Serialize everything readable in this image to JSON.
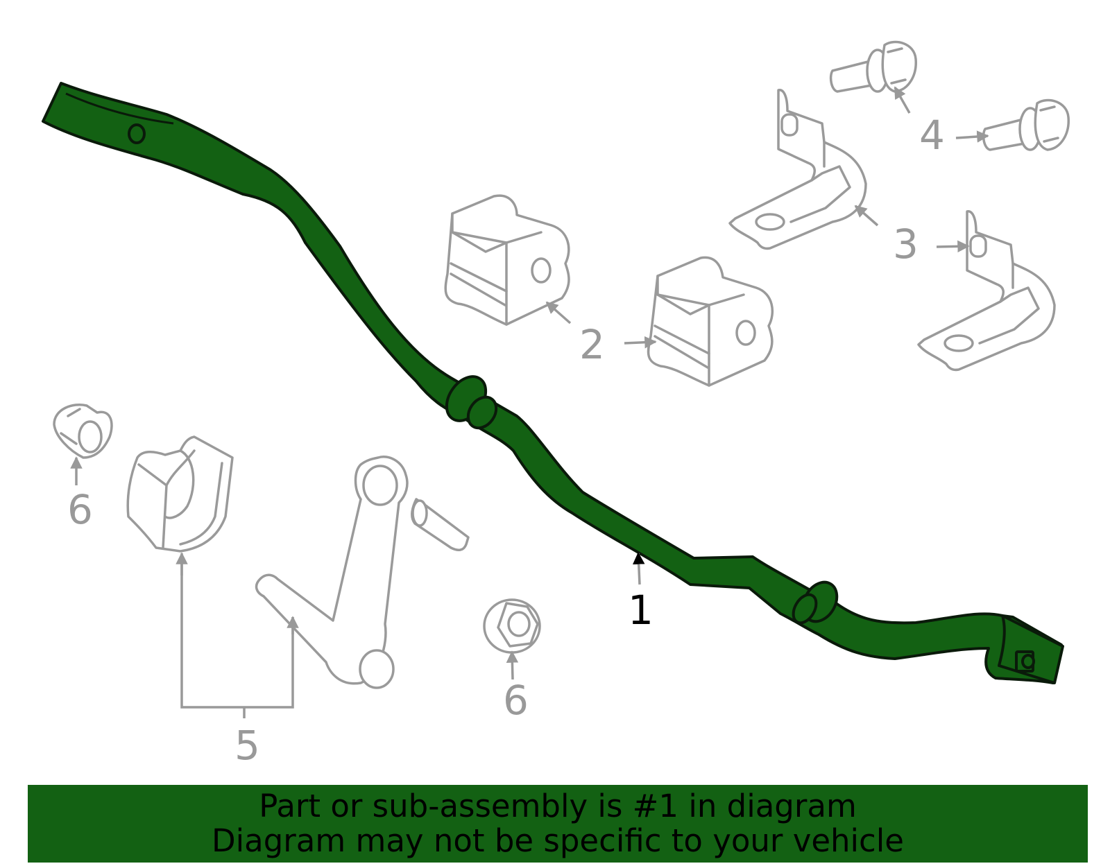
{
  "callouts": {
    "c1": "1",
    "c2": "2",
    "c3": "3",
    "c4": "4",
    "c5": "5",
    "c6a": "6",
    "c6b": "6"
  },
  "banner": {
    "line1": "Part or sub-assembly is #1 in diagram",
    "line2": "Diagram may not be specific to your vehicle"
  },
  "colors": {
    "highlight": "#136113",
    "outline_gray": "#9a9a9a",
    "callout_gray": "#999999",
    "background": "#ffffff"
  },
  "highlighted_part": "1"
}
